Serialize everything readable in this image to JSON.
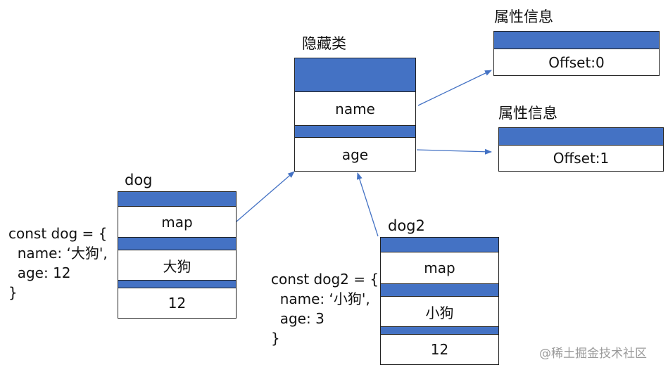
{
  "hidden_class": {
    "title": "隐藏类",
    "fields": [
      "name",
      "age"
    ]
  },
  "property_info_1": {
    "title": "属性信息",
    "value": "Offset:0"
  },
  "property_info_2": {
    "title": "属性信息",
    "value": "Offset:1"
  },
  "dog": {
    "title": "dog",
    "cells": [
      "map",
      "大狗",
      "12"
    ],
    "code": [
      "const dog = {",
      "  name: ‘大狗',",
      "  age: 12",
      "}"
    ]
  },
  "dog2": {
    "title": "dog2",
    "cells": [
      "map",
      "小狗",
      "12"
    ],
    "code": [
      "const dog2 = {",
      "  name: ‘小狗',",
      "  age: 3",
      "}"
    ]
  },
  "colors": {
    "header": "#4472c4",
    "arrow": "#4472c4",
    "border": "#222222"
  },
  "watermark": "@稀土掘金技术社区"
}
